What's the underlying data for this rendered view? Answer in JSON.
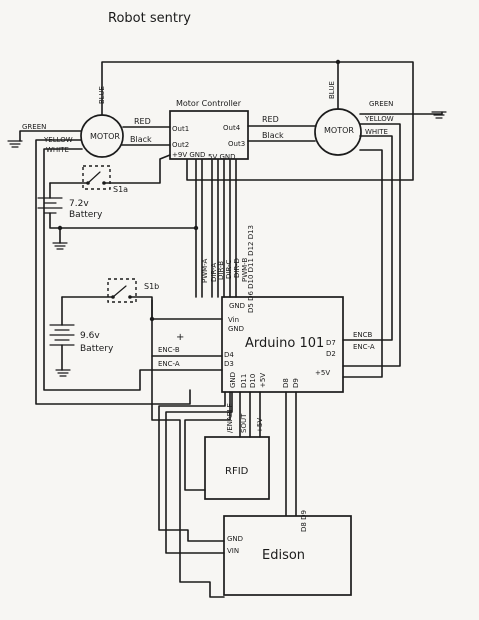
{
  "title": "Robot sentry",
  "components": {
    "motor_controller": {
      "label": "Motor Controller",
      "pins": [
        "Out1",
        "Out4",
        "Out2",
        "Out3",
        "+9V GND",
        "5V GND"
      ]
    },
    "left_motor": {
      "label": "MOTOR"
    },
    "right_motor": {
      "label": "MOTOR"
    },
    "arduino": {
      "label": "Arduino 101",
      "pins": [
        "GND",
        "Vin",
        "GND",
        "D4",
        "D3",
        "D7",
        "D2",
        "+5V",
        "D5 D6 D10 D11 D12 D13",
        "GND",
        "D11",
        "D10",
        "+5V",
        "D8",
        "D9"
      ]
    },
    "rfid": {
      "label": "RFID"
    },
    "edison": {
      "label": "Edison",
      "pins": [
        "GND",
        "VIN",
        "D8 D9"
      ]
    },
    "battery_7v2": {
      "voltage": "7.2v",
      "label": "Battery"
    },
    "switch_s1a": {
      "label": "S1a"
    },
    "battery_9v6": {
      "voltage": "9.6v",
      "label": "Battery"
    },
    "switch_s1b": {
      "label": "S1b"
    }
  },
  "wires": {
    "left_motor": {
      "blue": "BLUE",
      "green": "GREEN",
      "yellow": "YELLOW",
      "white": "WHITE",
      "red": "RED",
      "black": "Black"
    },
    "right_motor": {
      "blue": "BLUE",
      "green": "GREEN",
      "yellow": "YELLOW",
      "white": "WHITE",
      "red": "RED",
      "black": "Black"
    },
    "control": [
      "PWM-A",
      "DIR-A",
      "DIR-B",
      "DIR-C",
      "DIR-D",
      "PWM-B"
    ],
    "encb_right": "ENCB",
    "enca_right": "ENC-A",
    "encb_left": "ENC-B",
    "enca_left": "ENC-A",
    "plus": "+",
    "rfid": [
      "/ENABLE",
      "SOUT",
      "+5V"
    ]
  }
}
